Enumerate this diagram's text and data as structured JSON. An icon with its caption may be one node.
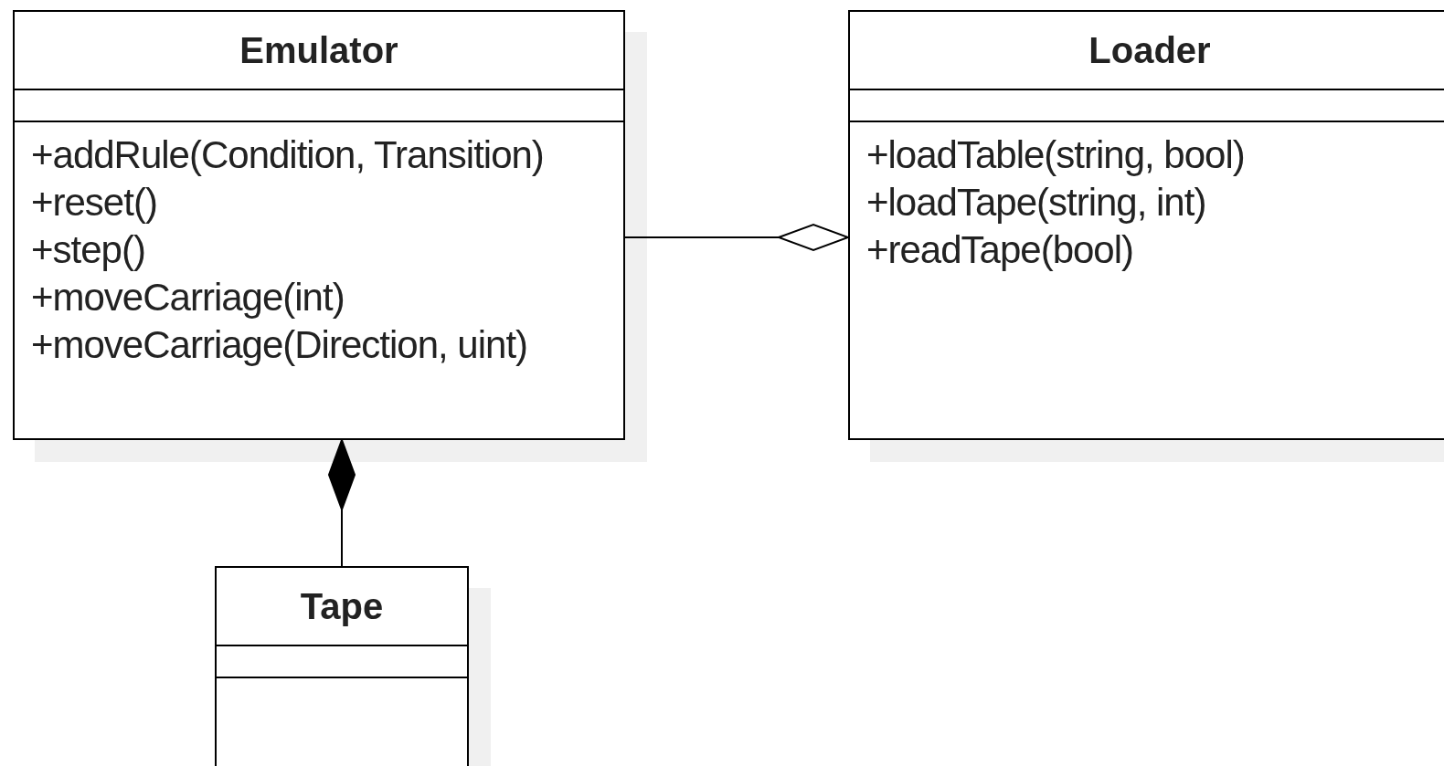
{
  "diagram": {
    "nodes": [
      {
        "text": [
          "Emulator",
          "+addRule(Condition, Transition)",
          "+reset()",
          "+step()",
          "+moveCarriage(int)",
          "+moveCarriage(Direction, uint)"
        ]
      },
      {
        "text": [
          "Loader",
          "+loadTable(string, bool)",
          "+loadTape(string, int)",
          "+readTape(bool)"
        ]
      },
      {
        "text": [
          "Tape"
        ]
      }
    ],
    "edges": [
      {
        "from": 0,
        "to": 1,
        "arrow": "other"
      },
      {
        "from": 2,
        "to": 0,
        "arrow": "other"
      }
    ]
  }
}
